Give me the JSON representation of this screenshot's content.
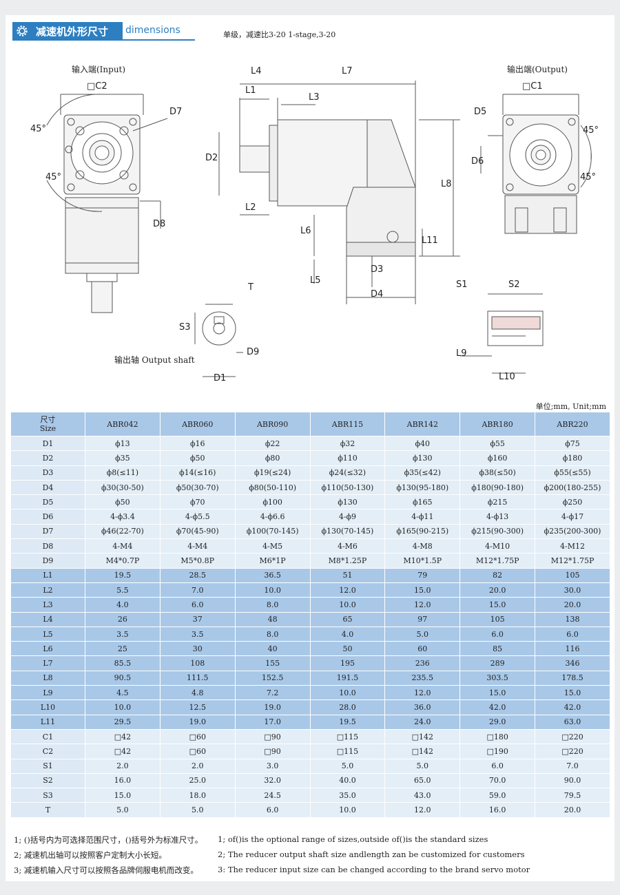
{
  "header": {
    "title_cn": "减速机外形尺寸",
    "title_en": "dimensions",
    "stage": "单级，减速比3-20  1-stage,3-20"
  },
  "views": {
    "input": "输入端(Input)",
    "output": "输出端(Output)",
    "shaft": "输出轴 Output shaft"
  },
  "dims": {
    "C2": "□C2",
    "C1": "□C1",
    "D7": "D7",
    "D5": "D5",
    "D6": "D6",
    "D8": "D8",
    "angle": "45°",
    "L4": "L4",
    "L7": "L7",
    "L1": "L1",
    "L3": "L3",
    "D2": "D2",
    "L2": "L2",
    "L8": "L8",
    "L6": "L6",
    "L11": "L11",
    "L5": "L5",
    "D3": "D3",
    "D4": "D4",
    "T": "T",
    "S3": "S3",
    "D9": "D9",
    "D1": "D1",
    "S1": "S1",
    "S2": "S2",
    "L9": "L9",
    "L10": "L10"
  },
  "unit": "单位;mm, Unit;mm",
  "table": {
    "size_cn": "尺寸",
    "size_en": "Size",
    "models": [
      "ABR042",
      "ABR060",
      "ABR090",
      "ABR115",
      "ABR142",
      "ABR180",
      "ABR220"
    ],
    "rows": [
      {
        "name": "D1",
        "group": 1,
        "values": [
          "ϕ13",
          "ϕ16",
          "ϕ22",
          "ϕ32",
          "ϕ40",
          "ϕ55",
          "ϕ75"
        ]
      },
      {
        "name": "D2",
        "group": 1,
        "values": [
          "ϕ35",
          "ϕ50",
          "ϕ80",
          "ϕ110",
          "ϕ130",
          "ϕ160",
          "ϕ180"
        ]
      },
      {
        "name": "D3",
        "group": 1,
        "values": [
          "ϕ8(≤11)",
          "ϕ14(≤16)",
          "ϕ19(≤24)",
          "ϕ24(≤32)",
          "ϕ35(≤42)",
          "ϕ38(≤50)",
          "ϕ55(≤55)"
        ]
      },
      {
        "name": "D4",
        "group": 1,
        "values": [
          "ϕ30(30-50)",
          "ϕ50(30-70)",
          "ϕ80(50-110)",
          "ϕ110(50-130)",
          "ϕ130(95-180)",
          "ϕ180(90-180)",
          "ϕ200(180-255)"
        ]
      },
      {
        "name": "D5",
        "group": 1,
        "values": [
          "ϕ50",
          "ϕ70",
          "ϕ100",
          "ϕ130",
          "ϕ165",
          "ϕ215",
          "ϕ250"
        ]
      },
      {
        "name": "D6",
        "group": 1,
        "values": [
          "4-ϕ3.4",
          "4-ϕ5.5",
          "4-ϕ6.6",
          "4-ϕ9",
          "4-ϕ11",
          "4-ϕ13",
          "4-ϕ17"
        ]
      },
      {
        "name": "D7",
        "group": 1,
        "values": [
          "ϕ46(22-70)",
          "ϕ70(45-90)",
          "ϕ100(70-145)",
          "ϕ130(70-145)",
          "ϕ165(90-215)",
          "ϕ215(90-300)",
          "ϕ235(200-300)"
        ]
      },
      {
        "name": "D8",
        "group": 1,
        "values": [
          "4-M4",
          "4-M4",
          "4-M5",
          "4-M6",
          "4-M8",
          "4-M10",
          "4-M12"
        ]
      },
      {
        "name": "D9",
        "group": 1,
        "values": [
          "M4*0.7P",
          "M5*0.8P",
          "M6*1P",
          "M8*1.25P",
          "M10*1.5P",
          "M12*1.75P",
          "M12*1.75P"
        ]
      },
      {
        "name": "L1",
        "group": 2,
        "values": [
          "19.5",
          "28.5",
          "36.5",
          "51",
          "79",
          "82",
          "105"
        ]
      },
      {
        "name": "L2",
        "group": 2,
        "values": [
          "5.5",
          "7.0",
          "10.0",
          "12.0",
          "15.0",
          "20.0",
          "30.0"
        ]
      },
      {
        "name": "L3",
        "group": 2,
        "values": [
          "4.0",
          "6.0",
          "8.0",
          "10.0",
          "12.0",
          "15.0",
          "20.0"
        ]
      },
      {
        "name": "L4",
        "group": 2,
        "values": [
          "26",
          "37",
          "48",
          "65",
          "97",
          "105",
          "138"
        ]
      },
      {
        "name": "L5",
        "group": 2,
        "values": [
          "3.5",
          "3.5",
          "8.0",
          "4.0",
          "5.0",
          "6.0",
          "6.0"
        ]
      },
      {
        "name": "L6",
        "group": 2,
        "values": [
          "25",
          "30",
          "40",
          "50",
          "60",
          "85",
          "116"
        ]
      },
      {
        "name": "L7",
        "group": 2,
        "values": [
          "85.5",
          "108",
          "155",
          "195",
          "236",
          "289",
          "346"
        ]
      },
      {
        "name": "L8",
        "group": 2,
        "values": [
          "90.5",
          "111.5",
          "152.5",
          "191.5",
          "235.5",
          "303.5",
          "178.5"
        ]
      },
      {
        "name": "L9",
        "group": 2,
        "values": [
          "4.5",
          "4.8",
          "7.2",
          "10.0",
          "12.0",
          "15.0",
          "15.0"
        ]
      },
      {
        "name": "L10",
        "group": 2,
        "values": [
          "10.0",
          "12.5",
          "19.0",
          "28.0",
          "36.0",
          "42.0",
          "42.0"
        ]
      },
      {
        "name": "L11",
        "group": 2,
        "values": [
          "29.5",
          "19.0",
          "17.0",
          "19.5",
          "24.0",
          "29.0",
          "63.0"
        ]
      },
      {
        "name": "C1",
        "group": 3,
        "values": [
          "□42",
          "□60",
          "□90",
          "□115",
          "□142",
          "□180",
          "□220"
        ]
      },
      {
        "name": "C2",
        "group": 3,
        "values": [
          "□42",
          "□60",
          "□90",
          "□115",
          "□142",
          "□190",
          "□220"
        ]
      },
      {
        "name": "S1",
        "group": 3,
        "values": [
          "2.0",
          "2.0",
          "3.0",
          "5.0",
          "5.0",
          "6.0",
          "7.0"
        ]
      },
      {
        "name": "S2",
        "group": 3,
        "values": [
          "16.0",
          "25.0",
          "32.0",
          "40.0",
          "65.0",
          "70.0",
          "90.0"
        ]
      },
      {
        "name": "S3",
        "group": 3,
        "values": [
          "15.0",
          "18.0",
          "24.5",
          "35.0",
          "43.0",
          "59.0",
          "79.5"
        ]
      },
      {
        "name": "T",
        "group": 3,
        "values": [
          "5.0",
          "5.0",
          "6.0",
          "10.0",
          "12.0",
          "16.0",
          "20.0"
        ]
      }
    ]
  },
  "notes": [
    {
      "cn": "1;  ()括号内为可选择范围尺寸，()括号外为标准尺寸。",
      "en": "1; of()is the optional range of sizes,outside of()is the standard sizes"
    },
    {
      "cn": "2;  减速机出轴可以按照客户定制大小长短。",
      "en": "2; The reducer output shaft size andlength zan be customized for customers"
    },
    {
      "cn": "3;  减速机输入尺寸可以按照各品牌伺服电机而改变。",
      "en": "3: The reducer input size can be changed according to the brand servo motor"
    }
  ]
}
